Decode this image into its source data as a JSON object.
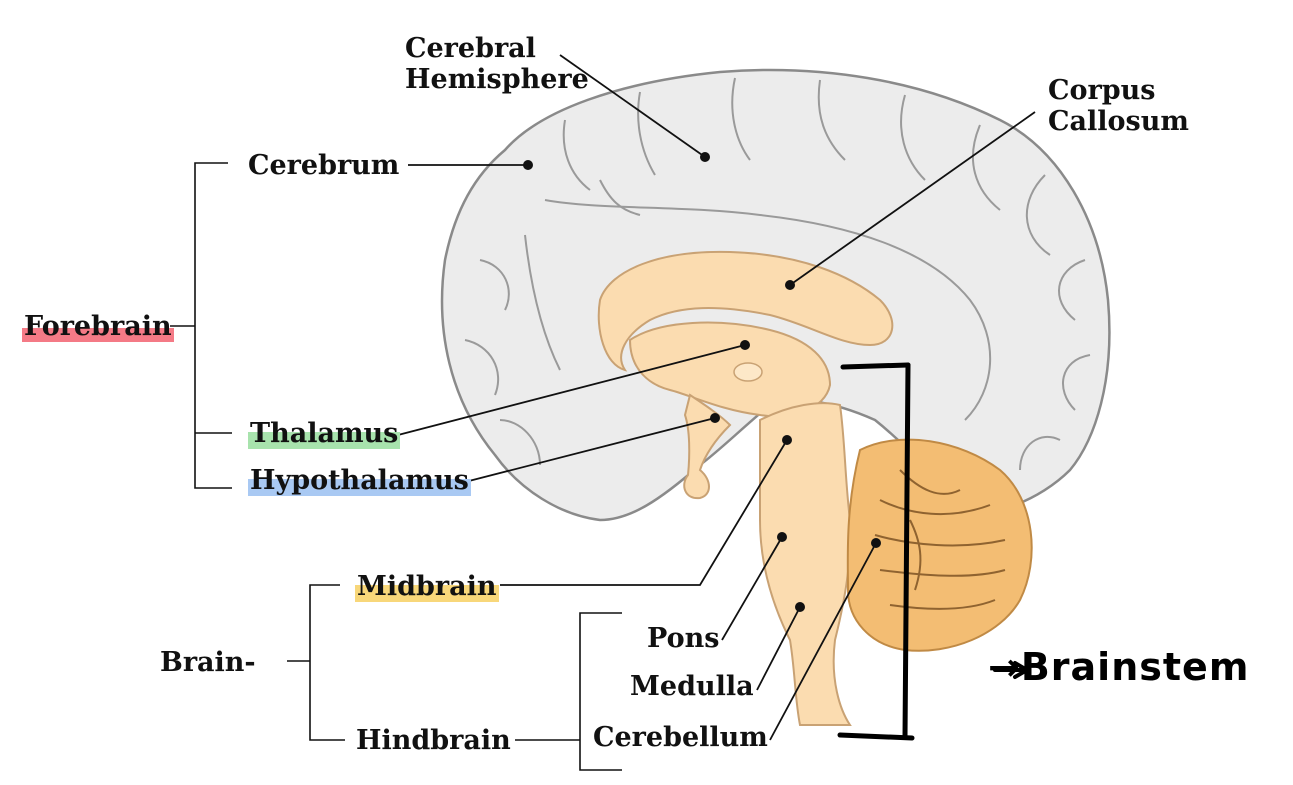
{
  "labels": {
    "cerebral_hemisphere": "Cerebral\nHemisphere",
    "corpus_callosum": "Corpus\nCallosum",
    "cerebrum": "Cerebrum",
    "forebrain": "Forebrain",
    "thalamus": "Thalamus",
    "hypothalamus": "Hypothalamus",
    "midbrain": "Midbrain",
    "brain": "Brain-",
    "pons": "Pons",
    "medulla": "Medulla",
    "hindbrain": "Hindbrain",
    "cerebellum": "Cerebellum",
    "brainstem_annotation": "→Brainstem"
  },
  "colors": {
    "forebrain_highlight": "#f47a86",
    "thalamus_highlight": "#a8e3ad",
    "hypothalamus_highlight": "#a9c9f3",
    "midbrain_highlight": "#f8d77a",
    "cortex_fill": "#ececec",
    "cortex_stroke": "#8a8a8a",
    "inner_fill": "#fbdcb0",
    "inner_stroke": "#c9a274",
    "cerebellum_fill": "#f3bd73",
    "line_color": "#111111"
  }
}
